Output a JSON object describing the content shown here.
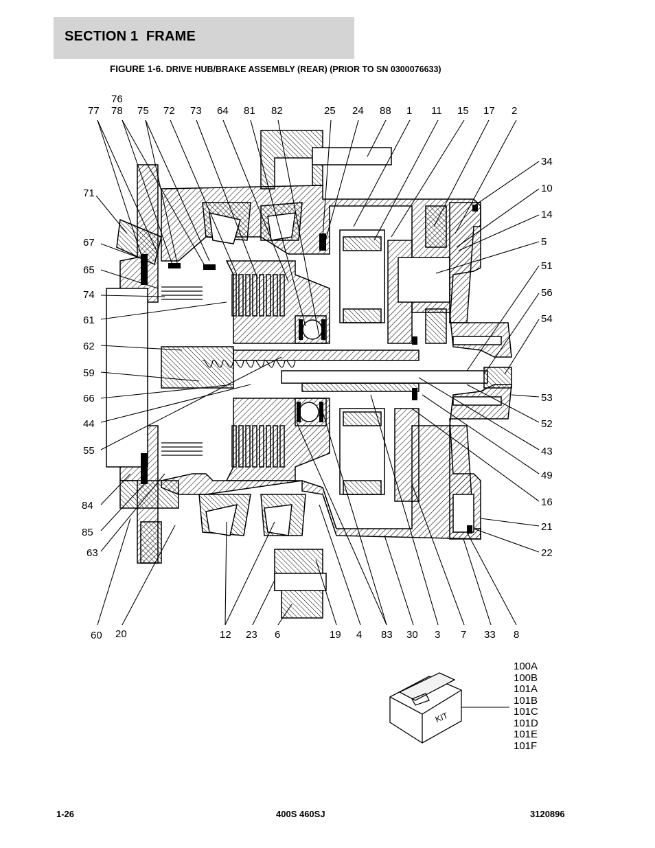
{
  "header": {
    "section": "SECTION 1  FRAME",
    "figure_prefix": "FIGURE 1-6.",
    "figure_caption": "DRIVE HUB/BRAKE ASSEMBLY (REAR) (PRIOR TO SN 0300076633)"
  },
  "callouts": {
    "top": [
      "76",
      "77",
      "78",
      "75",
      "72",
      "73",
      "64",
      "81",
      "82",
      "25",
      "24",
      "88",
      "1",
      "11",
      "15",
      "17",
      "2"
    ],
    "left": [
      "71",
      "67",
      "65",
      "74",
      "61",
      "62",
      "59",
      "66",
      "44",
      "55",
      "84",
      "85",
      "63"
    ],
    "right": [
      "34",
      "10",
      "14",
      "5",
      "51",
      "56",
      "54",
      "53",
      "52",
      "43",
      "49",
      "16",
      "21",
      "22"
    ],
    "bottom": [
      "60",
      "20",
      "12",
      "23",
      "6",
      "19",
      "4",
      "83",
      "30",
      "3",
      "7",
      "33",
      "8"
    ]
  },
  "kit": {
    "box_label": "KIT",
    "items": [
      "100A",
      "100B",
      "101A",
      "101B",
      "101C",
      "101D",
      "101E",
      "101F"
    ]
  },
  "footer": {
    "page": "1-26",
    "model": "400S 460SJ",
    "doc_number": "3120896"
  }
}
